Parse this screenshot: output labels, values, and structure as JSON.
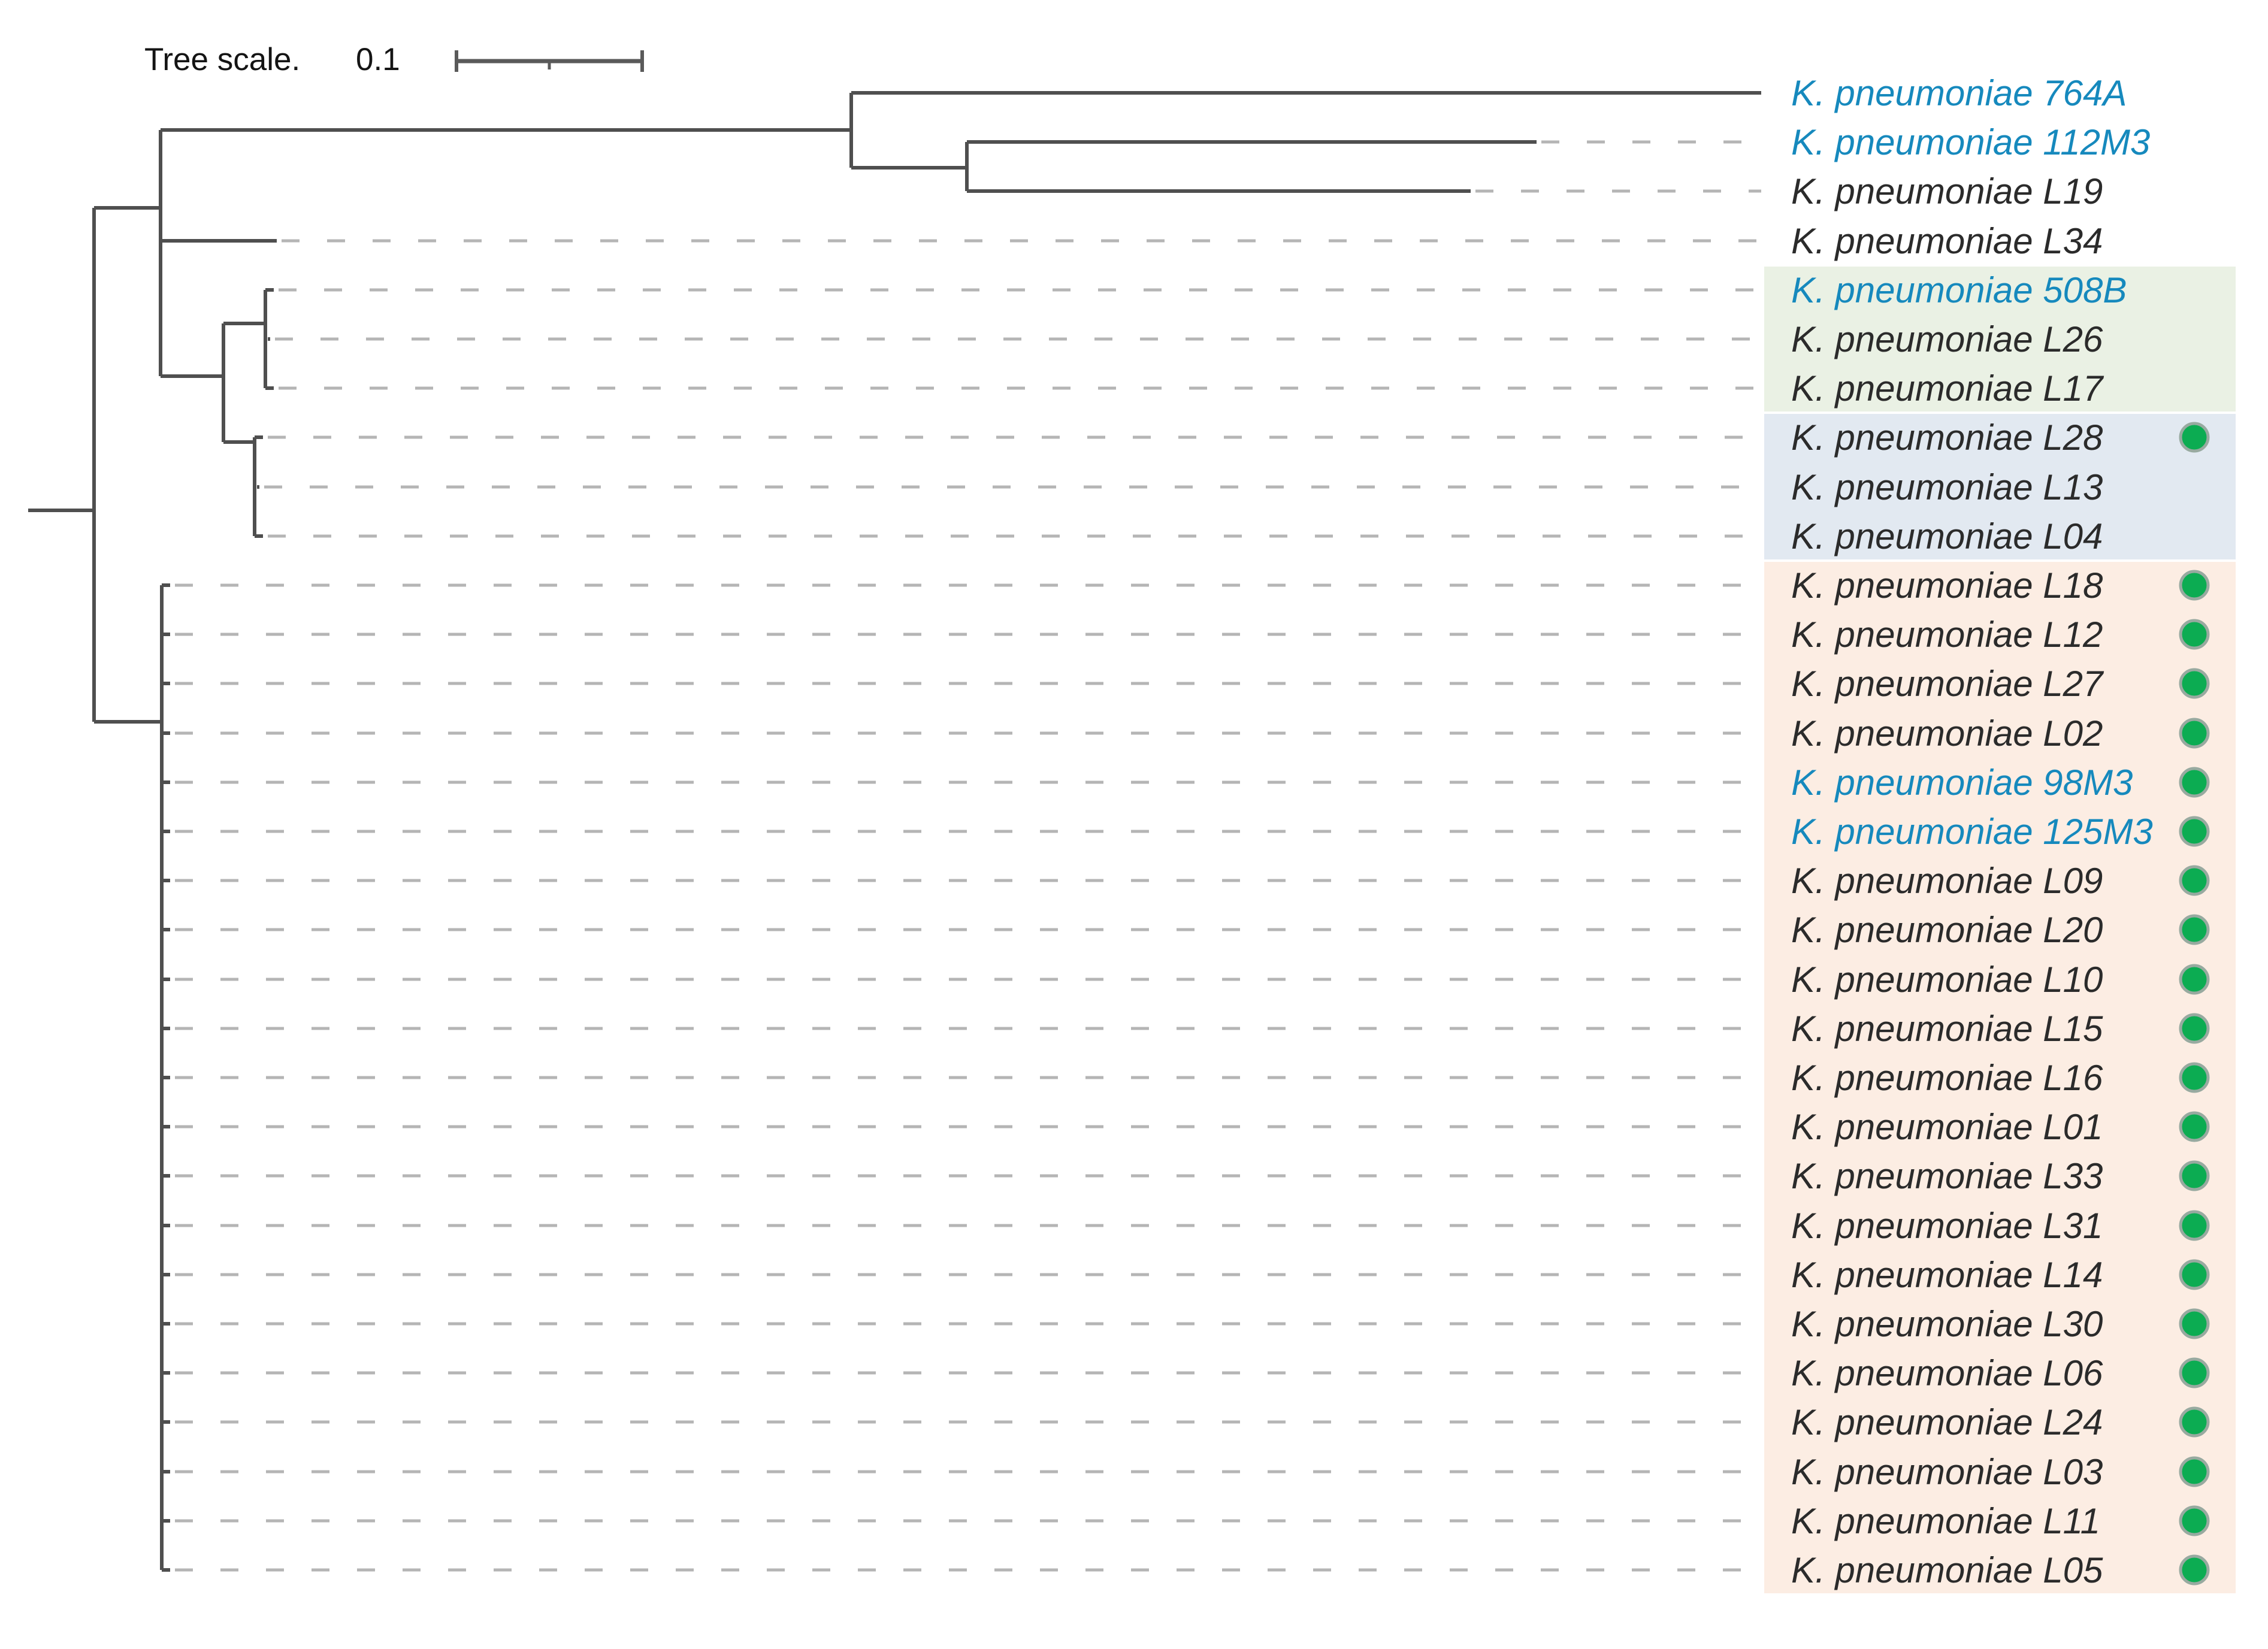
{
  "figure": {
    "tree_scale": {
      "label": "Tree scale.",
      "value": "0.1"
    },
    "species_prefix": "K. pneumoniae"
  },
  "colors": {
    "branch": "#4f4f4f",
    "leader_dash": "#b5b5b5",
    "label_black": "#2b2b2b",
    "label_blue": "#1689bd",
    "band_green": "#eaf1e4",
    "band_blue": "#e2e9f1",
    "band_peach": "#fcede3",
    "dot_fill": "#0cac52",
    "dot_ring": "#98aaa0"
  },
  "taxa": [
    {
      "strain": "764A",
      "text_color": "blue",
      "band": "none",
      "dot": false
    },
    {
      "strain": "112M3",
      "text_color": "blue",
      "band": "none",
      "dot": false
    },
    {
      "strain": "L19",
      "text_color": "black",
      "band": "none",
      "dot": false
    },
    {
      "strain": "L34",
      "text_color": "black",
      "band": "none",
      "dot": false
    },
    {
      "strain": "508B",
      "text_color": "blue",
      "band": "green",
      "dot": false
    },
    {
      "strain": "L26",
      "text_color": "black",
      "band": "green",
      "dot": false
    },
    {
      "strain": "L17",
      "text_color": "black",
      "band": "green",
      "dot": false
    },
    {
      "strain": "L28",
      "text_color": "black",
      "band": "blue",
      "dot": true
    },
    {
      "strain": "L13",
      "text_color": "black",
      "band": "blue",
      "dot": false
    },
    {
      "strain": "L04",
      "text_color": "black",
      "band": "blue",
      "dot": false
    },
    {
      "strain": "L18",
      "text_color": "black",
      "band": "peach",
      "dot": true
    },
    {
      "strain": "L12",
      "text_color": "black",
      "band": "peach",
      "dot": true
    },
    {
      "strain": "L27",
      "text_color": "black",
      "band": "peach",
      "dot": true
    },
    {
      "strain": "L02",
      "text_color": "black",
      "band": "peach",
      "dot": true
    },
    {
      "strain": "98M3",
      "text_color": "blue",
      "band": "peach",
      "dot": true
    },
    {
      "strain": "125M3",
      "text_color": "blue",
      "band": "peach",
      "dot": true
    },
    {
      "strain": "L09",
      "text_color": "black",
      "band": "peach",
      "dot": true
    },
    {
      "strain": "L20",
      "text_color": "black",
      "band": "peach",
      "dot": true
    },
    {
      "strain": "L10",
      "text_color": "black",
      "band": "peach",
      "dot": true
    },
    {
      "strain": "L15",
      "text_color": "black",
      "band": "peach",
      "dot": true
    },
    {
      "strain": "L16",
      "text_color": "black",
      "band": "peach",
      "dot": true
    },
    {
      "strain": "L01",
      "text_color": "black",
      "band": "peach",
      "dot": true
    },
    {
      "strain": "L33",
      "text_color": "black",
      "band": "peach",
      "dot": true
    },
    {
      "strain": "L31",
      "text_color": "black",
      "band": "peach",
      "dot": true
    },
    {
      "strain": "L14",
      "text_color": "black",
      "band": "peach",
      "dot": true
    },
    {
      "strain": "L30",
      "text_color": "black",
      "band": "peach",
      "dot": true
    },
    {
      "strain": "L06",
      "text_color": "black",
      "band": "peach",
      "dot": true
    },
    {
      "strain": "L24",
      "text_color": "black",
      "band": "peach",
      "dot": true
    },
    {
      "strain": "L03",
      "text_color": "black",
      "band": "peach",
      "dot": true
    },
    {
      "strain": "L11",
      "text_color": "black",
      "band": "peach",
      "dot": true
    },
    {
      "strain": "L05",
      "text_color": "black",
      "band": "peach",
      "dot": true
    }
  ],
  "newick": "(((764A,(112M3,L19)),L34,((508B,L26,L17),(L28,L13,L04))),(L18,L12,L27,L02,98M3,125M3,L09,L20,L10,L15,L16,L01,L33,L31,L14,L30,L06,L24,L03,L11,L05));"
}
